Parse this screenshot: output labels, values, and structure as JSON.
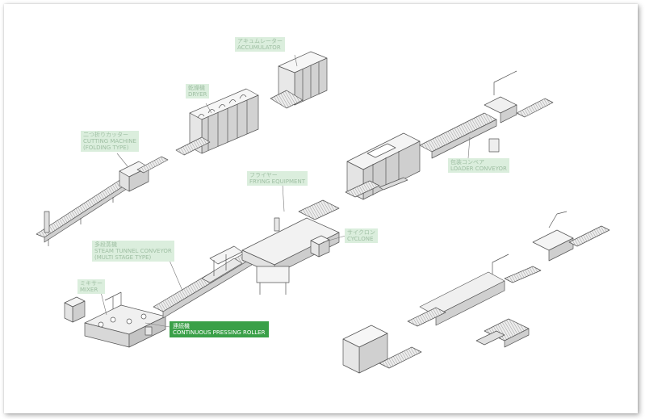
{
  "labels": {
    "accumulator": {
      "jp": "アキュムレーター",
      "en": "ACCUMULATOR"
    },
    "dryer": {
      "jp": "乾燥機",
      "en": "DRYER"
    },
    "cutting_machine": {
      "jp": "二つ折りカッター",
      "en": "CUTTING MACHINE",
      "en2": "(FOLDING TYPE)"
    },
    "fryer": {
      "jp": "フライヤー",
      "en": "FRYING EQUIPMENT"
    },
    "loader_conveyor": {
      "jp": "包装コンベア",
      "en": "LOADER CONVEYOR"
    },
    "cyclone": {
      "jp": "サイクロン",
      "en": "CYCLONE"
    },
    "steam_tunnel": {
      "jp": "多段蒸機",
      "en": "STEAM TUNNEL CONVEYOR",
      "en2": "(MULTI STAGE TYPE)"
    },
    "mixer": {
      "jp": "ミキサー",
      "en": "MIXER"
    },
    "pressing_roller": {
      "jp": "連続機",
      "en": "CONTINUOUS PRESSING ROLLER"
    }
  },
  "colors": {
    "label_bg": "#dbeedd",
    "label_text": "#9fbfa3",
    "active_bg": "#3aa048",
    "active_text": "#ffffff",
    "machine_fill": "#f2f2f2",
    "machine_side": "#c8c8c8",
    "machine_stroke": "#555555"
  }
}
